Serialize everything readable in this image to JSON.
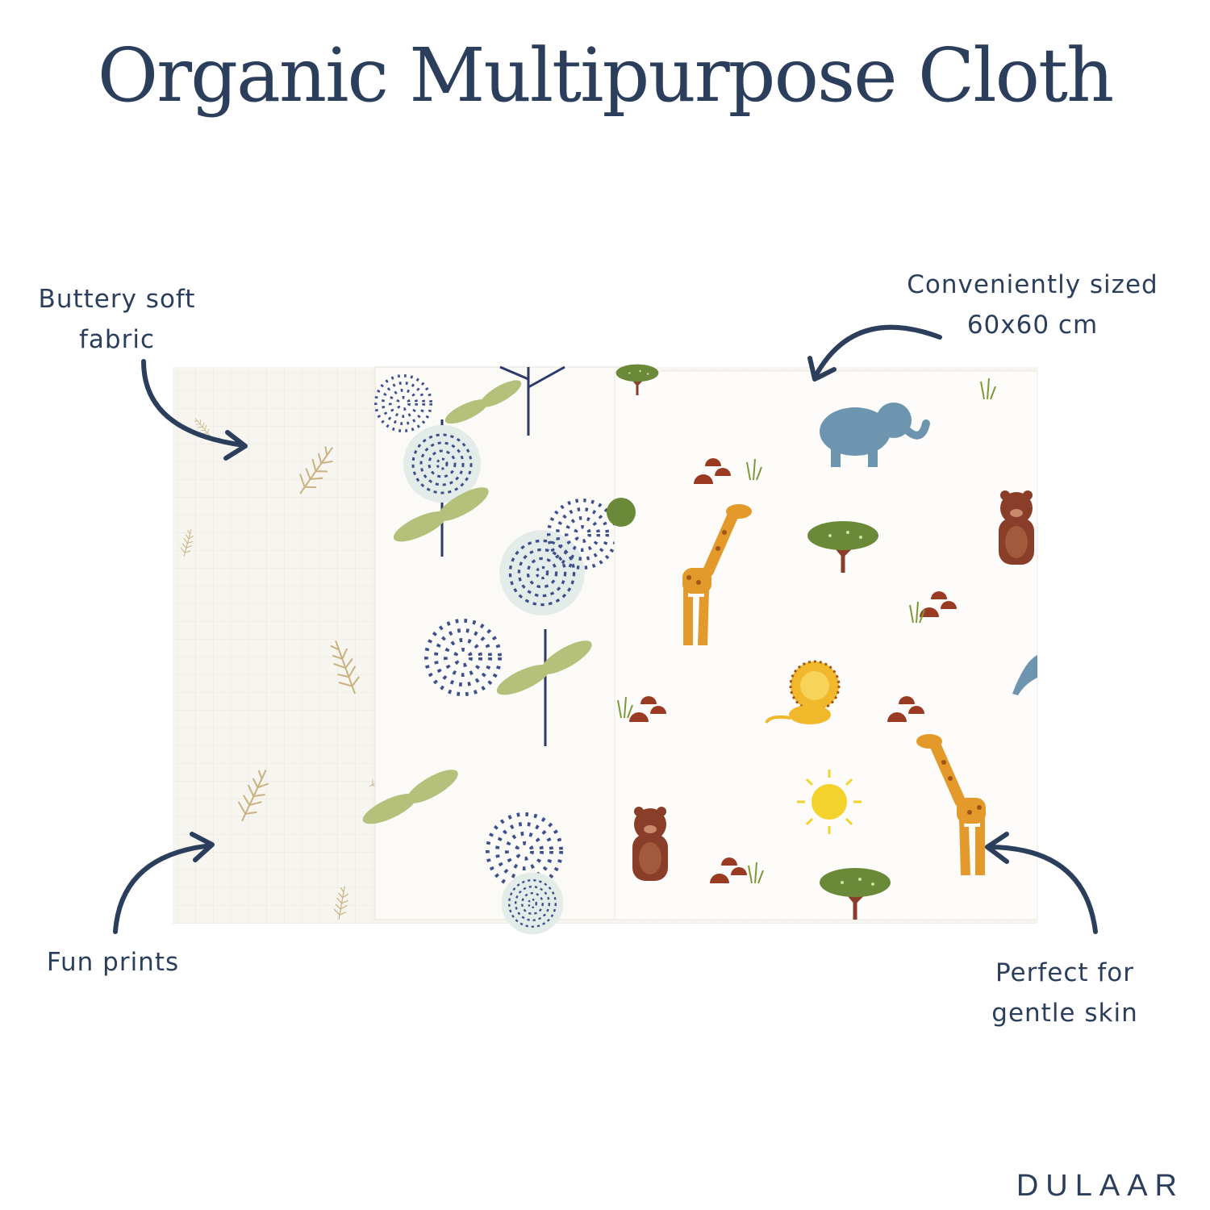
{
  "title": "Organic Multipurpose Cloth",
  "callouts": {
    "soft": [
      "Buttery soft",
      "fabric"
    ],
    "size": [
      "Conveniently sized",
      "60x60 cm"
    ],
    "prints": [
      "Fun prints"
    ],
    "skin": [
      "Perfect for",
      "gentle skin"
    ]
  },
  "brand": "DULAAR",
  "colors": {
    "text": "#2b3e5c",
    "cloth": "#f7f5f0",
    "sprig": "#c9b27f",
    "leaf": "#b5c07a",
    "flower_blue": "#3e4f8e",
    "tree_green": "#6a8a3a",
    "giraffe": "#e39a2a",
    "lion": "#f0b82a",
    "elephant": "#6e95b0",
    "bear": "#8a3e2a",
    "sun": "#f3d22b"
  }
}
